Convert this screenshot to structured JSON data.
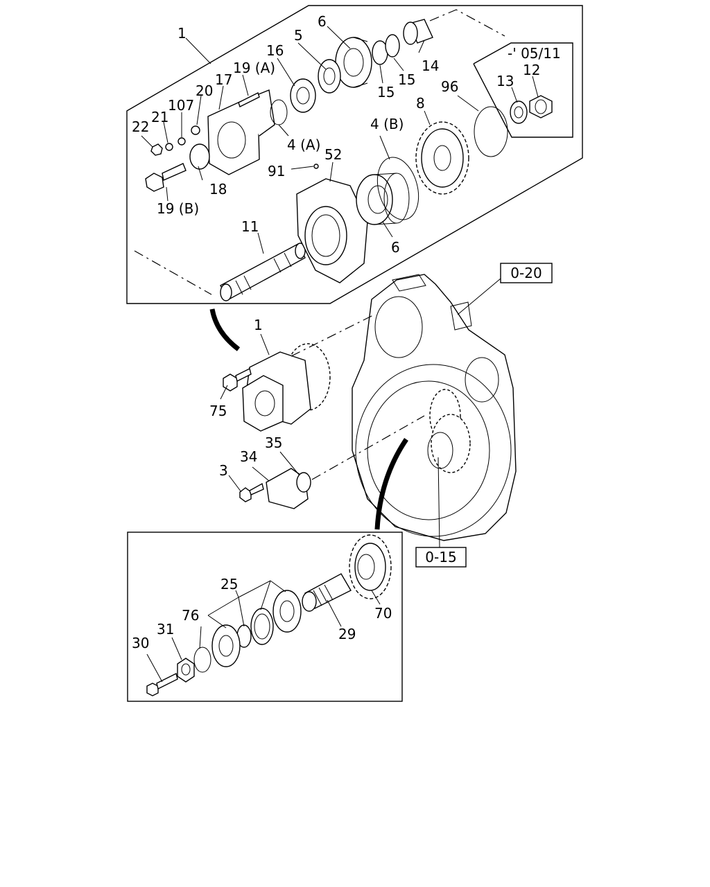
{
  "callouts": {
    "ref_top": "0-20",
    "ref_bottom": "0-15",
    "date_note": "-' 05/11"
  },
  "labels": {
    "p1_top": "1",
    "p1_mid": "1",
    "p3": "3",
    "p4a": "4 (A)",
    "p4b": "4 (B)",
    "p5": "5",
    "p6_top": "6",
    "p6_bot": "6",
    "p8": "8",
    "p11": "11",
    "p12": "12",
    "p13": "13",
    "p14": "14",
    "p15a": "15",
    "p15b": "15",
    "p16": "16",
    "p17": "17",
    "p18": "18",
    "p19a": "19 (A)",
    "p19b": "19 (B)",
    "p20": "20",
    "p21": "21",
    "p22": "22",
    "p25": "25",
    "p29": "29",
    "p30": "30",
    "p31": "31",
    "p34": "34",
    "p35": "35",
    "p52": "52",
    "p70": "70",
    "p75": "75",
    "p76": "76",
    "p91": "91",
    "p96": "96",
    "p107": "107"
  }
}
